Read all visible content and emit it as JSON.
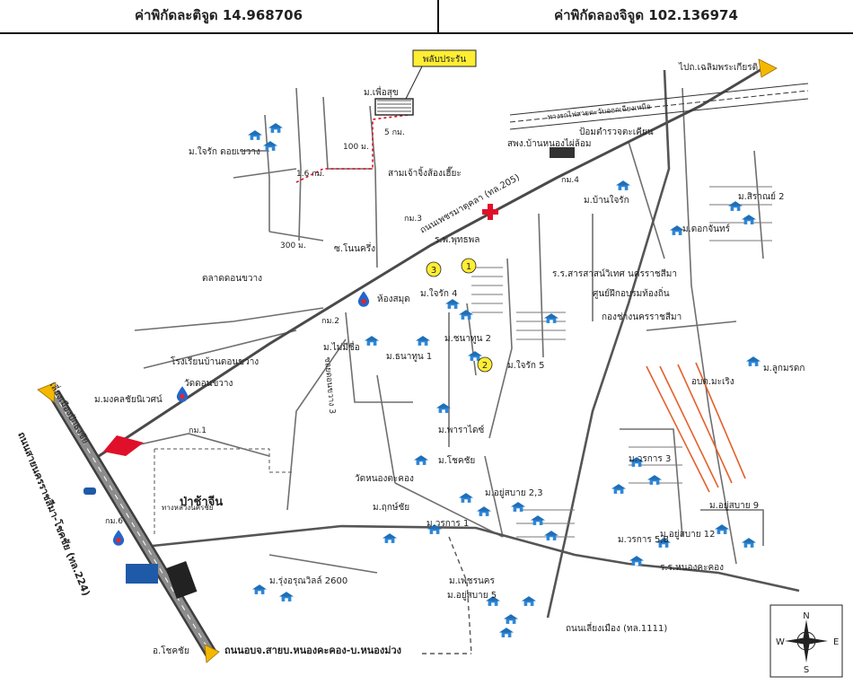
{
  "header": {
    "latitude": "ค่าพิกัดละติจูด 14.968706",
    "longitude": "ค่าพิกัดลองจิจูด 102.136974"
  },
  "map": {
    "property_callout": "พลับประรัน",
    "labels": {
      "to_chaloem": "ไปถ.เฉลิมพระเกียรติ",
      "rail_line": "ทางรถไฟสายตะวันออกเฉียงเหนือ",
      "to_pak_thong_chai": "เลี่ยงเมืองปักธงชัย",
      "to_chok_chai": "อ.โชคชัย",
      "hwy_224": "ถนนสายนครราชสีมา-โชคชัย (ทล.224)",
      "main_road": "ถนนเพชรมาตุคลา (ทล.205)",
      "bypass_1111": "ถนนเลี่ยงเมือง (ทล.1111)",
      "bottom_road": "ถนนอบจ.สายบ.หนองคะคอง-บ.หนองม่วง",
      "hwy_side": "ทางหลวงนครชัย"
    },
    "places": [
      {
        "name": "ม.เพื่อสุข"
      },
      {
        "name": "ม.ใจรัก ดอยเขวาง"
      },
      {
        "name": "สามเจ้าจิ้งส้องเฮี๊ยะ"
      },
      {
        "name": "สพง.บ้านหนองไผ่ล้อม"
      },
      {
        "name": "ป้อมตำรวจตะเคียน"
      },
      {
        "name": "ม.บ้านใจรัก"
      },
      {
        "name": "ม.สิราณย์ 2"
      },
      {
        "name": "ม.ดอกจันทร์"
      },
      {
        "name": "ร.พ.พุทธพล"
      },
      {
        "name": "ร.ร.สารสาสน์วิเทศ นครราชสีมา"
      },
      {
        "name": "ศูนย์ฝึกอบรมท้องถิ่น"
      },
      {
        "name": "กองช่างนครราชสีมา"
      },
      {
        "name": "ตลาดดอนขวาง"
      },
      {
        "name": "ห้องสมุด"
      },
      {
        "name": "ม.ใจรัก 4"
      },
      {
        "name": "ม.ไม่มีชื่อ"
      },
      {
        "name": "ม.ธนาทูน 1"
      },
      {
        "name": "ม.ชนาทูน 2"
      },
      {
        "name": "ม.ใจรัก 5"
      },
      {
        "name": "โรงเรียนบ้านดอนขวาง"
      },
      {
        "name": "วัดดอนขวาง"
      },
      {
        "name": "ม.มงคลชัยนิเวศน์"
      },
      {
        "name": "อบต.มะเริง"
      },
      {
        "name": "ม.ลูกมรดก"
      },
      {
        "name": "ม.พาราไดซ์"
      },
      {
        "name": "ม.โชคชัย"
      },
      {
        "name": "ม.วรการ 3"
      },
      {
        "name": "วัดหนองตะคอง"
      },
      {
        "name": "ม.อยู่สบาย 2,3"
      },
      {
        "name": "ม.ฤกษ์ชัย"
      },
      {
        "name": "ม.วรการ 1"
      },
      {
        "name": "ม.อยู่สบาย 9"
      },
      {
        "name": "ม.อยู่สบาย 12"
      },
      {
        "name": "ม.วรการ 5,8"
      },
      {
        "name": "ร.ร.หนองคะคอง"
      },
      {
        "name": "ป่าช้าจีน"
      },
      {
        "name": "ม.รุ่งอรุณวิลล์ 2600"
      },
      {
        "name": "ม.เพชรนคร"
      },
      {
        "name": "ม.อยู่สบาย 5"
      },
      {
        "name": "ซ.โนนครึ่ง"
      },
      {
        "name": "ซอยดอนขวาง 3"
      },
      {
        "name": "กม.2"
      },
      {
        "name": "กม.3"
      },
      {
        "name": "กม.4"
      },
      {
        "name": "กม.6"
      },
      {
        "name": "กม.1"
      }
    ],
    "distances": [
      "1.6 กม.",
      "100 ม.",
      "5 กม.",
      "300 ม."
    ],
    "markers": [
      "1",
      "2",
      "3"
    ],
    "compass": {
      "n": "N",
      "s": "S",
      "e": "E",
      "w": "W"
    },
    "colors": {
      "road": "#6f6f6f",
      "highway": "#4a4a4a",
      "callout": "#ffee33",
      "pin": "#1e6fb8",
      "route": "#e0102a"
    }
  }
}
